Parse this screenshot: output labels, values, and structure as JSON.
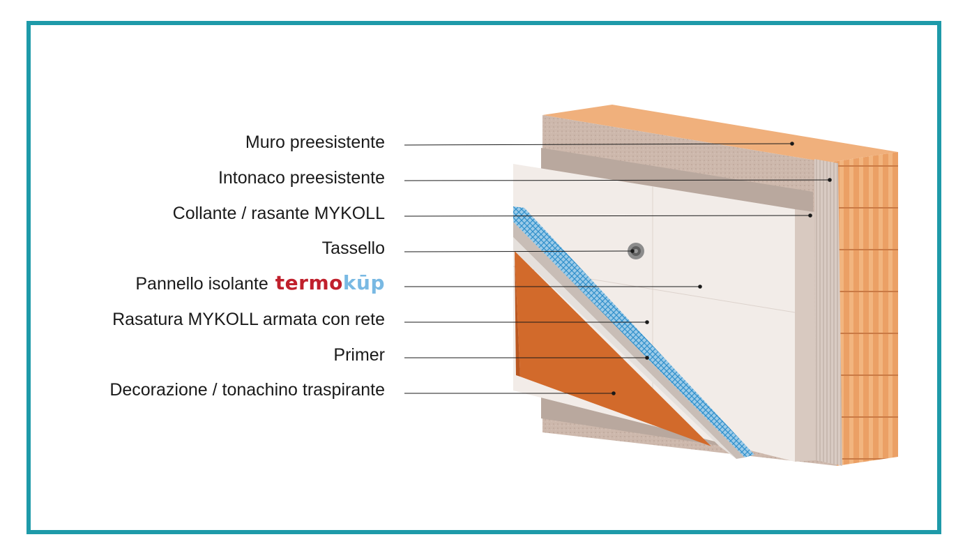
{
  "colors": {
    "frame": "#1e9aa9",
    "brick": "#e89a5c",
    "plaster": "#c9b4a8",
    "insulation": "#f1ebe7",
    "mesh": "#4aa3d8",
    "primer": "#e7e2de",
    "finish": "#d46b2c",
    "brand_primary": "#c0202c",
    "brand_secondary": "#79b9e3"
  },
  "labels": [
    {
      "text": "Muro preesistente"
    },
    {
      "text": "Intonaco preesistente"
    },
    {
      "text": "Collante / rasante MYKOLL"
    },
    {
      "text": "Tassello"
    },
    {
      "text": "Pannello isolante"
    },
    {
      "text": "Rasatura MYKOLL armata con rete"
    },
    {
      "text": "Primer"
    },
    {
      "text": "Decorazione / tonachino traspirante"
    }
  ],
  "brand": {
    "part1": "termo",
    "part2": "kūp"
  }
}
